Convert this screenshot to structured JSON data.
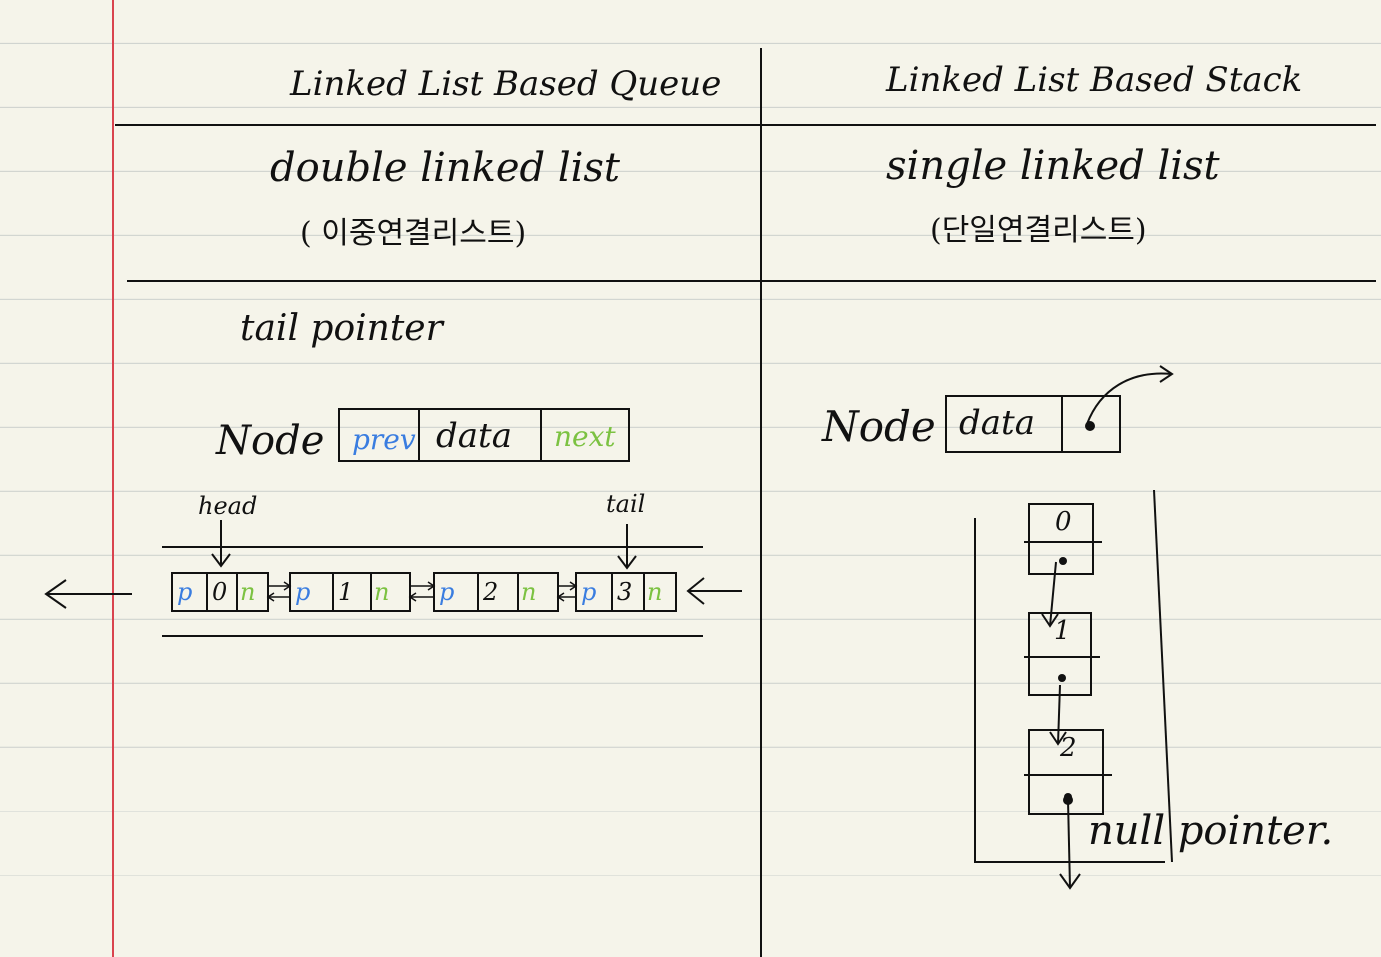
{
  "queue": {
    "title": "Linked List Based Queue",
    "list_type": "double linked list",
    "list_type_kor": "( 이중연결리스트)",
    "note": "tail pointer",
    "node_label": "Node",
    "node_fields": [
      "prev",
      "data",
      "next"
    ],
    "head_label": "head",
    "tail_label": "tail",
    "chain": [
      {
        "p": "p",
        "v": "0",
        "n": "n"
      },
      {
        "p": "p",
        "v": "1",
        "n": "n"
      },
      {
        "p": "p",
        "v": "2",
        "n": "n"
      },
      {
        "p": "p",
        "v": "3",
        "n": "n"
      }
    ]
  },
  "stack": {
    "title": "Linked List Based Stack",
    "list_type": "single linked list",
    "list_type_kor": "(단일연결리스트)",
    "node_label": "Node",
    "node_field": "data",
    "values": [
      "0",
      "1",
      "2"
    ],
    "null_label": "null pointer."
  },
  "colors": {
    "prev": "#3a7de0",
    "next": "#7cc242",
    "ink": "#111111",
    "margin": "#d9434e"
  }
}
